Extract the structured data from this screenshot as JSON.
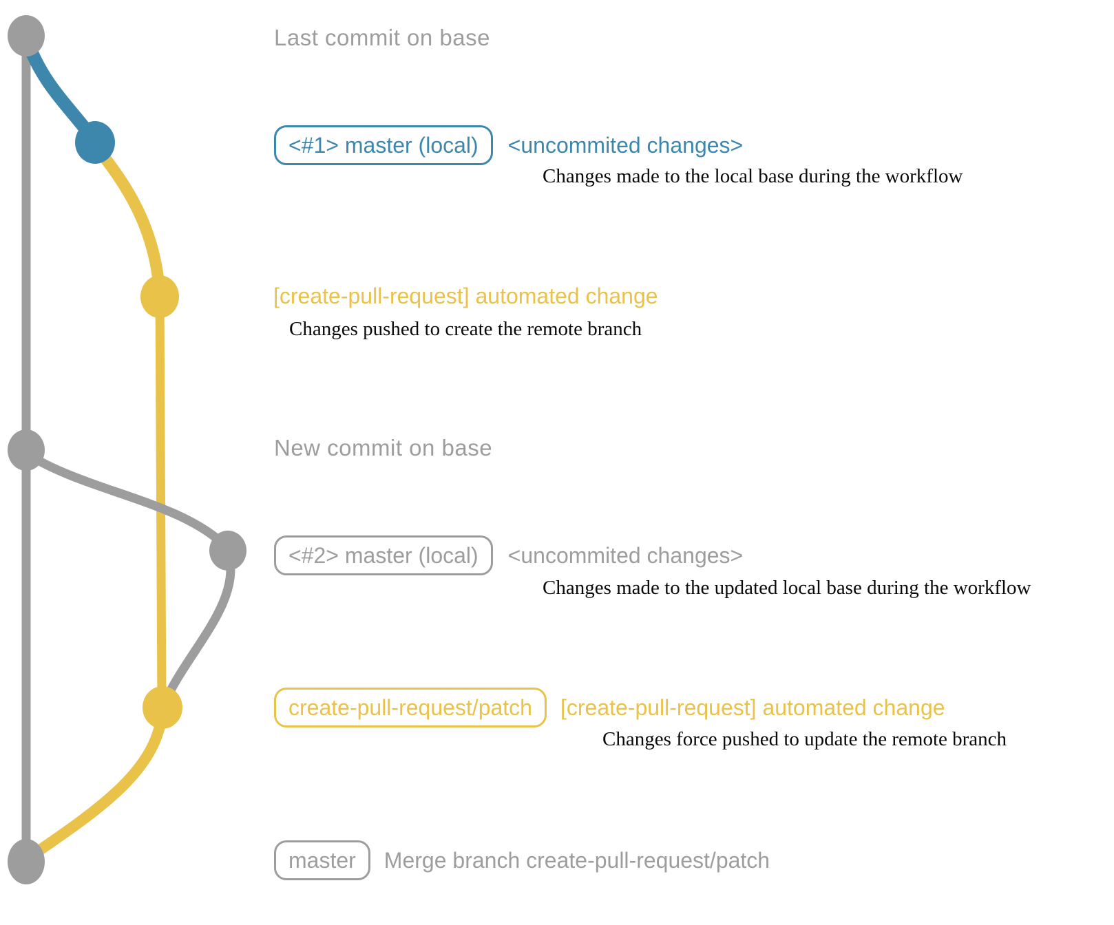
{
  "colors": {
    "gray": "#9d9d9d",
    "blue": "#3d87ad",
    "yellow": "#e9c24a",
    "desc_text": "#0a0a0a"
  },
  "annotations": {
    "row1": {
      "title": "Last commit on base"
    },
    "row2": {
      "badge": "<#1> master (local)",
      "label": "<uncommited changes>",
      "desc": "Changes made to the local base during the workflow"
    },
    "row3": {
      "label": "[create-pull-request] automated change",
      "desc": "Changes pushed to create the remote branch"
    },
    "row4": {
      "title": "New commit on base"
    },
    "row5": {
      "badge": "<#2> master (local)",
      "label": "<uncommited changes>",
      "desc": "Changes made to the updated local base during the workflow"
    },
    "row6": {
      "badge": "create-pull-request/patch",
      "label": "[create-pull-request] automated change",
      "desc": "Changes force pushed to update the remote branch"
    },
    "row7": {
      "badge": "master",
      "label": "Merge branch create-pull-request/patch"
    }
  },
  "graph": {
    "type": "git-commit-graph",
    "commit_nodes": [
      {
        "name": "last-commit-on-base",
        "color": "gray"
      },
      {
        "name": "local-master-uncommited-1",
        "color": "blue"
      },
      {
        "name": "create-pull-request-patch-push",
        "color": "yellow"
      },
      {
        "name": "new-commit-on-base",
        "color": "gray"
      },
      {
        "name": "local-master-uncommited-2",
        "color": "gray"
      },
      {
        "name": "create-pull-request-patch-force-push",
        "color": "yellow"
      },
      {
        "name": "merge-commit-on-master",
        "color": "gray"
      }
    ],
    "edges": [
      {
        "from": "last-commit-on-base",
        "to": "merge-commit-on-master",
        "color": "gray",
        "role": "base-trunk"
      },
      {
        "from": "last-commit-on-base",
        "to": "local-master-uncommited-1",
        "color": "blue"
      },
      {
        "from": "local-master-uncommited-1",
        "to": "create-pull-request-patch-push",
        "color": "yellow"
      },
      {
        "from": "create-pull-request-patch-push",
        "to": "create-pull-request-patch-force-push",
        "color": "yellow"
      },
      {
        "from": "new-commit-on-base",
        "to": "local-master-uncommited-2",
        "color": "gray"
      },
      {
        "from": "local-master-uncommited-2",
        "to": "create-pull-request-patch-force-push",
        "color": "gray"
      },
      {
        "from": "create-pull-request-patch-force-push",
        "to": "merge-commit-on-master",
        "color": "yellow"
      }
    ]
  }
}
